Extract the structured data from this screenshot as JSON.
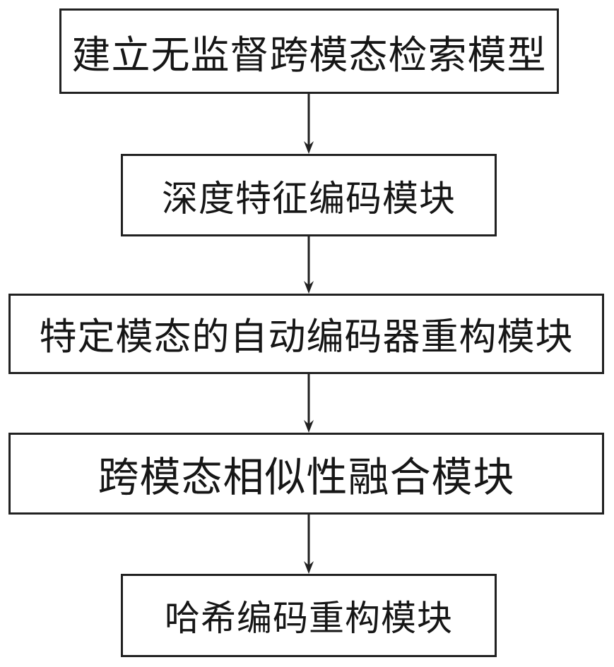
{
  "diagram": {
    "type": "flowchart",
    "orientation": "top-down",
    "colors": {
      "background": "#ffffff",
      "node_fill": "#ffffff",
      "node_border": "#212121",
      "text": "#161616",
      "arrow": "#212121"
    },
    "nodes": [
      {
        "id": "node-1",
        "label": "建立无监督跨模态检索模型"
      },
      {
        "id": "node-2",
        "label": "深度特征编码模块"
      },
      {
        "id": "node-3",
        "label": "特定模态的自动编码器重构模块"
      },
      {
        "id": "node-4",
        "label": "跨模态相似性融合模块"
      },
      {
        "id": "node-5",
        "label": "哈希编码重构模块"
      }
    ],
    "edges": [
      {
        "from": "node-1",
        "to": "node-2",
        "style": "arrow-down"
      },
      {
        "from": "node-2",
        "to": "node-3",
        "style": "arrow-down"
      },
      {
        "from": "node-3",
        "to": "node-4",
        "style": "arrow-down"
      },
      {
        "from": "node-4",
        "to": "node-5",
        "style": "arrow-down"
      }
    ]
  }
}
